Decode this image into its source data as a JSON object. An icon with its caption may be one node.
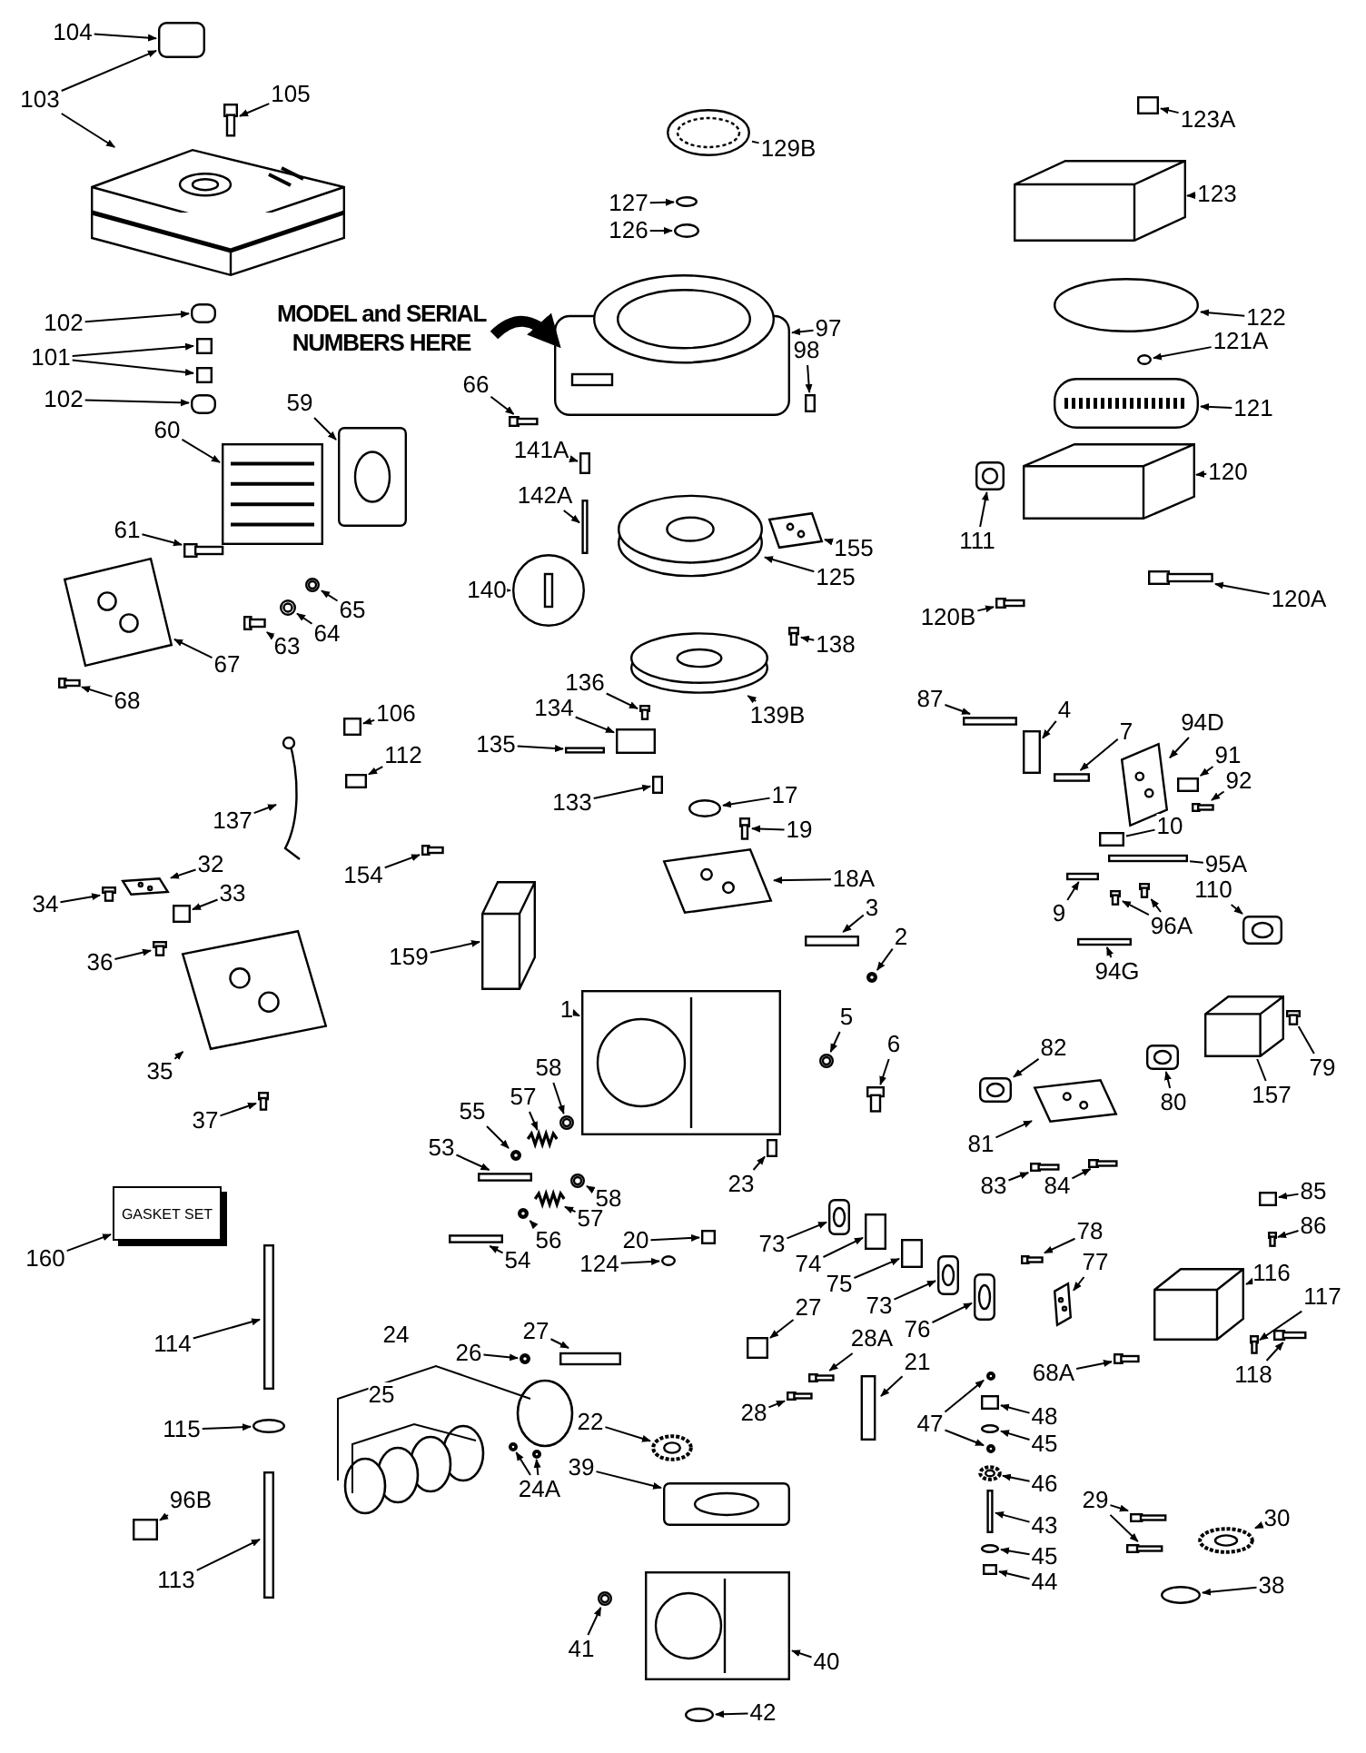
{
  "diagram": {
    "nodes": [
      {
        "text": [
          "104"
        ]
      },
      {
        "text": [
          "103"
        ]
      },
      {
        "text": [
          "105"
        ]
      },
      {
        "text": [
          "102"
        ]
      },
      {
        "text": [
          "101"
        ]
      },
      {
        "text": [
          "102"
        ]
      },
      {
        "text": [
          "60"
        ]
      },
      {
        "text": [
          "59"
        ]
      },
      {
        "text": [
          "61"
        ]
      },
      {
        "text": [
          "65"
        ]
      },
      {
        "text": [
          "64"
        ]
      },
      {
        "text": [
          "63"
        ]
      },
      {
        "text": [
          "67"
        ]
      },
      {
        "text": [
          "68"
        ]
      },
      {
        "text": [
          "MODEL and SERIAL NUMBERS HERE"
        ]
      },
      {
        "text": [
          "66"
        ]
      },
      {
        "text": [
          "141A"
        ]
      },
      {
        "text": [
          "142A"
        ]
      },
      {
        "text": [
          "140"
        ]
      },
      {
        "text": [
          "129B"
        ]
      },
      {
        "text": [
          "127"
        ]
      },
      {
        "text": [
          "126"
        ]
      },
      {
        "text": [
          "97"
        ]
      },
      {
        "text": [
          "98"
        ]
      },
      {
        "text": [
          "155"
        ]
      },
      {
        "text": [
          "125"
        ]
      },
      {
        "text": [
          "123A"
        ]
      },
      {
        "text": [
          "123"
        ]
      },
      {
        "text": [
          "122"
        ]
      },
      {
        "text": [
          "121A"
        ]
      },
      {
        "text": [
          "121"
        ]
      },
      {
        "text": [
          "120"
        ]
      },
      {
        "text": [
          "111"
        ]
      },
      {
        "text": [
          "120B"
        ]
      },
      {
        "text": [
          "120A"
        ]
      },
      {
        "text": [
          "138"
        ]
      },
      {
        "text": [
          "139B"
        ]
      },
      {
        "text": [
          "136"
        ]
      },
      {
        "text": [
          "134"
        ]
      },
      {
        "text": [
          "135"
        ]
      },
      {
        "text": [
          "133"
        ]
      },
      {
        "text": [
          "106"
        ]
      },
      {
        "text": [
          "112"
        ]
      },
      {
        "text": [
          "137"
        ]
      },
      {
        "text": [
          "17"
        ]
      },
      {
        "text": [
          "19"
        ]
      },
      {
        "text": [
          "18A"
        ]
      },
      {
        "text": [
          "3"
        ]
      },
      {
        "text": [
          "2"
        ]
      },
      {
        "text": [
          "154"
        ]
      },
      {
        "text": [
          "159"
        ]
      },
      {
        "text": [
          "32"
        ]
      },
      {
        "text": [
          "33"
        ]
      },
      {
        "text": [
          "34"
        ]
      },
      {
        "text": [
          "36"
        ]
      },
      {
        "text": [
          "35"
        ]
      },
      {
        "text": [
          "37"
        ]
      },
      {
        "text": [
          "87"
        ]
      },
      {
        "text": [
          "4"
        ]
      },
      {
        "text": [
          "7"
        ]
      },
      {
        "text": [
          "94D"
        ]
      },
      {
        "text": [
          "91"
        ]
      },
      {
        "text": [
          "92"
        ]
      },
      {
        "text": [
          "10"
        ]
      },
      {
        "text": [
          "95A"
        ]
      },
      {
        "text": [
          "9"
        ]
      },
      {
        "text": [
          "96A"
        ]
      },
      {
        "text": [
          "110"
        ]
      },
      {
        "text": [
          "94G"
        ]
      },
      {
        "text": [
          "5"
        ]
      },
      {
        "text": [
          "6"
        ]
      },
      {
        "text": [
          "82"
        ]
      },
      {
        "text": [
          "81"
        ]
      },
      {
        "text": [
          "79"
        ]
      },
      {
        "text": [
          "80"
        ]
      },
      {
        "text": [
          "157"
        ]
      },
      {
        "text": [
          "1"
        ]
      },
      {
        "text": [
          "53"
        ]
      },
      {
        "text": [
          "55"
        ]
      },
      {
        "text": [
          "57"
        ]
      },
      {
        "text": [
          "58"
        ]
      },
      {
        "text": [
          "58"
        ]
      },
      {
        "text": [
          "57"
        ]
      },
      {
        "text": [
          "56"
        ]
      },
      {
        "text": [
          "54"
        ]
      },
      {
        "text": [
          "23"
        ]
      },
      {
        "text": [
          "83"
        ]
      },
      {
        "text": [
          "84"
        ]
      },
      {
        "text": [
          "85"
        ]
      },
      {
        "text": [
          "86"
        ]
      },
      {
        "text": [
          "20"
        ]
      },
      {
        "text": [
          "124"
        ]
      },
      {
        "text": [
          "73"
        ]
      },
      {
        "text": [
          "74"
        ]
      },
      {
        "text": [
          "75"
        ]
      },
      {
        "text": [
          "73"
        ]
      },
      {
        "text": [
          "76"
        ]
      },
      {
        "text": [
          "78"
        ]
      },
      {
        "text": [
          "77"
        ]
      },
      {
        "text": [
          "116"
        ]
      },
      {
        "text": [
          "117"
        ]
      },
      {
        "text": [
          "118"
        ]
      },
      {
        "text": [
          "68A"
        ]
      },
      {
        "text": [
          "27"
        ]
      },
      {
        "text": [
          "26"
        ]
      },
      {
        "text": [
          "24A"
        ]
      },
      {
        "text": [
          "27"
        ]
      },
      {
        "text": [
          "28A"
        ]
      },
      {
        "text": [
          "28"
        ]
      },
      {
        "text": [
          "21"
        ]
      },
      {
        "text": [
          "47"
        ]
      },
      {
        "text": [
          "48"
        ]
      },
      {
        "text": [
          "45"
        ]
      },
      {
        "text": [
          "46"
        ]
      },
      {
        "text": [
          "43"
        ]
      },
      {
        "text": [
          "45"
        ]
      },
      {
        "text": [
          "44"
        ]
      },
      {
        "text": [
          "29"
        ]
      },
      {
        "text": [
          "30"
        ]
      },
      {
        "text": [
          "38"
        ]
      },
      {
        "text": [
          "22"
        ]
      },
      {
        "text": [
          "39"
        ]
      },
      {
        "text": [
          "41"
        ]
      },
      {
        "text": [
          "40"
        ]
      },
      {
        "text": [
          "42"
        ]
      },
      {
        "text": [
          "GASKET SET"
        ]
      },
      {
        "text": [
          "160"
        ]
      },
      {
        "text": [
          "114"
        ]
      },
      {
        "text": [
          "115"
        ]
      },
      {
        "text": [
          "96B"
        ]
      },
      {
        "text": [
          "113"
        ]
      },
      {
        "text": [],
        "shape": "box"
      },
      {
        "text": [],
        "shape": "picture"
      },
      {
        "text": [],
        "shape": "picture"
      },
      {
        "text": [],
        "shape": "box"
      },
      {
        "text": [],
        "shape": "box"
      },
      {
        "text": [],
        "shape": "box"
      },
      {
        "text": [],
        "shape": "box"
      },
      {
        "text": [],
        "shape": "picture"
      },
      {
        "text": [],
        "shape": "picture"
      },
      {
        "text": [],
        "shape": "picture"
      },
      {
        "text": [],
        "shape": "picture"
      },
      {
        "text": [],
        "shape": "picture"
      },
      {
        "text": [],
        "shape": "picture"
      },
      {
        "text": [],
        "shape": "picture"
      },
      {
        "text": [],
        "shape": "picture"
      },
      {
        "text": [],
        "shape": "picture"
      },
      {
        "text": [],
        "shape": "picture"
      },
      {
        "text": [],
        "shape": "box"
      },
      {
        "text": [],
        "shape": "box"
      },
      {
        "text": [],
        "shape": "picture"
      },
      {
        "text": [],
        "shape": "picture"
      },
      {
        "text": [],
        "shape": "circle"
      },
      {
        "text": [],
        "shape": "circle"
      },
      {
        "text": [],
        "shape": "box"
      },
      {
        "text": [],
        "shape": "picture"
      },
      {
        "text": [],
        "shape": "picture"
      },
      {
        "text": [],
        "shape": "box"
      },
      {
        "text": [],
        "shape": "picture"
      },
      {
        "text": [],
        "shape": "circle"
      },
      {
        "text": [],
        "shape": "circle"
      },
      {
        "text": [],
        "shape": "picture"
      },
      {
        "text": [],
        "shape": "picture"
      },
      {
        "text": [],
        "shape": "picture"
      },
      {
        "text": [],
        "shape": "picture"
      },
      {
        "text": [],
        "shape": "picture"
      },
      {
        "text": [],
        "shape": "picture"
      },
      {
        "text": [],
        "shape": "picture"
      },
      {
        "text": [],
        "shape": "picture"
      },
      {
        "text": [],
        "shape": "box"
      },
      {
        "text": [],
        "shape": "box"
      },
      {
        "text": [],
        "shape": "box"
      },
      {
        "text": [],
        "shape": "box"
      },
      {
        "text": [],
        "shape": "box"
      },
      {
        "text": [],
        "shape": "picture"
      },
      {
        "text": [],
        "shape": "circle"
      },
      {
        "text": [],
        "shape": "picture"
      },
      {
        "text": [],
        "shape": "picture"
      },
      {
        "text": [],
        "shape": "box"
      },
      {
        "text": [],
        "shape": "picture"
      },
      {
        "text": [],
        "shape": "picture"
      },
      {
        "text": [],
        "shape": "picture"
      },
      {
        "text": [],
        "shape": "picture"
      },
      {
        "text": [],
        "shape": "box"
      },
      {
        "text": [],
        "shape": "picture"
      },
      {
        "text": [],
        "shape": "picture"
      },
      {
        "text": [],
        "shape": "picture"
      },
      {
        "text": [],
        "shape": "picture"
      },
      {
        "text": [],
        "shape": "box"
      },
      {
        "text": [],
        "shape": "box"
      },
      {
        "text": [],
        "shape": "box"
      },
      {
        "text": [],
        "shape": "picture"
      },
      {
        "text": [],
        "shape": "box"
      },
      {
        "text": [],
        "shape": "box"
      },
      {
        "text": [],
        "shape": "picture"
      },
      {
        "text": [],
        "shape": "box"
      },
      {
        "text": [],
        "shape": "box"
      },
      {
        "text": [],
        "shape": "picture"
      },
      {
        "text": [],
        "shape": "picture"
      },
      {
        "text": [],
        "shape": "picture"
      },
      {
        "text": [],
        "shape": "box"
      },
      {
        "text": [],
        "shape": "picture"
      },
      {
        "text": [],
        "shape": "picture"
      },
      {
        "text": [],
        "shape": "picture"
      },
      {
        "text": [],
        "shape": "picture"
      },
      {
        "text": [],
        "shape": "picture"
      },
      {
        "text": [],
        "shape": "picture"
      },
      {
        "text": [],
        "shape": "picture"
      },
      {
        "text": [],
        "shape": "picture"
      },
      {
        "text": [],
        "shape": "box"
      },
      {
        "text": [],
        "shape": "box"
      },
      {
        "text": [],
        "shape": "picture"
      },
      {
        "text": [],
        "shape": "picture"
      },
      {
        "text": [],
        "shape": "picture"
      },
      {
        "text": [],
        "shape": "picture"
      },
      {
        "text": [],
        "shape": "picture"
      },
      {
        "text": [],
        "shape": "picture"
      },
      {
        "text": [],
        "shape": "box"
      },
      {
        "text": [],
        "shape": "picture"
      },
      {
        "text": [],
        "shape": "picture"
      },
      {
        "text": [],
        "shape": "box"
      },
      {
        "text": [],
        "shape": "picture"
      },
      {
        "text": [],
        "shape": "box"
      },
      {
        "text": [],
        "shape": "circle"
      },
      {
        "text": [],
        "shape": "picture"
      },
      {
        "text": [],
        "shape": "box"
      },
      {
        "text": [],
        "shape": "box"
      },
      {
        "text": [],
        "shape": "picture"
      },
      {
        "text": [],
        "shape": "picture"
      },
      {
        "text": [],
        "shape": "picture"
      },
      {
        "text": [],
        "shape": "picture"
      },
      {
        "text": [],
        "shape": "picture"
      },
      {
        "text": [],
        "shape": "picture"
      },
      {
        "text": [],
        "shape": "picture"
      },
      {
        "text": [],
        "shape": "picture"
      },
      {
        "text": [],
        "shape": "box"
      },
      {
        "text": [],
        "shape": "picture"
      },
      {
        "text": [],
        "shape": "picture"
      },
      {
        "text": [],
        "shape": "picture"
      },
      {
        "text": [],
        "shape": "box"
      },
      {
        "text": [],
        "shape": "picture"
      },
      {
        "text": [],
        "shape": "picture"
      },
      {
        "text": [],
        "shape": "box"
      },
      {
        "text": [],
        "shape": "picture"
      },
      {
        "text": [],
        "shape": "box"
      },
      {
        "text": [],
        "shape": "circle"
      },
      {
        "text": [],
        "shape": "picture"
      },
      {
        "text": [],
        "shape": "picture"
      },
      {
        "text": [],
        "shape": "box"
      },
      {
        "text": [],
        "shape": "circle"
      },
      {
        "text": [],
        "shape": "box"
      },
      {
        "text": [],
        "shape": "picture"
      },
      {
        "text": [],
        "shape": "picture"
      },
      {
        "text": [],
        "shape": "picture"
      },
      {
        "text": [],
        "shape": "circle"
      },
      {
        "text": [],
        "shape": "picture"
      },
      {
        "text": [],
        "shape": "picture"
      },
      {
        "text": [],
        "shape": "picture"
      },
      {
        "text": [],
        "shape": "picture"
      },
      {
        "text": [],
        "shape": "circle"
      },
      {
        "text": [],
        "shape": "box"
      },
      {
        "text": [],
        "shape": "circle"
      },
      {
        "text": [],
        "shape": "box"
      },
      {
        "text": [],
        "shape": "box"
      },
      {
        "text": [
          "24"
        ]
      },
      {
        "text": [
          "25"
        ]
      }
    ],
    "edges": [
      {
        "from": 0,
        "to": 131,
        "arrow": "to"
      },
      {
        "from": 1,
        "to": 131,
        "arrow": "to"
      },
      {
        "from": 1,
        "to": 132,
        "arrow": "to"
      },
      {
        "from": 2,
        "to": 133,
        "arrow": "to"
      },
      {
        "from": 3,
        "to": 134,
        "arrow": "to"
      },
      {
        "from": 4,
        "to": 135,
        "arrow": "to"
      },
      {
        "from": 4,
        "to": 136,
        "arrow": "to"
      },
      {
        "from": 5,
        "to": 137,
        "arrow": "to"
      },
      {
        "from": 6,
        "to": 138,
        "arrow": "to"
      },
      {
        "from": 7,
        "to": 139,
        "arrow": "to"
      },
      {
        "from": 8,
        "to": 140,
        "arrow": "to"
      },
      {
        "from": 9,
        "to": 141,
        "arrow": "to"
      },
      {
        "from": 10,
        "to": 142,
        "arrow": "to"
      },
      {
        "from": 11,
        "to": 143,
        "arrow": "to"
      },
      {
        "from": 12,
        "to": 144,
        "arrow": "to"
      },
      {
        "from": 13,
        "to": 145,
        "arrow": "to"
      },
      {
        "from": 14,
        "to": 146,
        "arrow": "to",
        "style": "thick"
      },
      {
        "from": 15,
        "to": 147,
        "arrow": "to"
      },
      {
        "from": 16,
        "to": 148,
        "arrow": "to"
      },
      {
        "from": 17,
        "to": 149,
        "arrow": "to"
      },
      {
        "from": 18,
        "to": 150,
        "arrow": "to"
      },
      {
        "from": 19,
        "to": 151,
        "arrow": "none"
      },
      {
        "from": 20,
        "to": 152,
        "arrow": "to"
      },
      {
        "from": 21,
        "to": 153,
        "arrow": "to"
      },
      {
        "from": 22,
        "to": 146,
        "arrow": "to"
      },
      {
        "from": 23,
        "to": 154,
        "arrow": "to"
      },
      {
        "from": 24,
        "to": 155,
        "arrow": "to"
      },
      {
        "from": 25,
        "to": 156,
        "arrow": "to"
      },
      {
        "from": 26,
        "to": 157,
        "arrow": "to"
      },
      {
        "from": 27,
        "to": 158,
        "arrow": "to"
      },
      {
        "from": 28,
        "to": 159,
        "arrow": "to"
      },
      {
        "from": 29,
        "to": 160,
        "arrow": "to"
      },
      {
        "from": 30,
        "to": 161,
        "arrow": "to"
      },
      {
        "from": 31,
        "to": 162,
        "arrow": "to"
      },
      {
        "from": 32,
        "to": 163,
        "arrow": "to"
      },
      {
        "from": 33,
        "to": 164,
        "arrow": "to"
      },
      {
        "from": 34,
        "to": 165,
        "arrow": "to"
      },
      {
        "from": 35,
        "to": 166,
        "arrow": "to"
      },
      {
        "from": 36,
        "to": 167,
        "arrow": "to"
      },
      {
        "from": 37,
        "to": 168,
        "arrow": "to"
      },
      {
        "from": 38,
        "to": 169,
        "arrow": "to"
      },
      {
        "from": 39,
        "to": 170,
        "arrow": "to"
      },
      {
        "from": 40,
        "to": 171,
        "arrow": "to"
      },
      {
        "from": 41,
        "to": 172,
        "arrow": "to"
      },
      {
        "from": 42,
        "to": 173,
        "arrow": "to"
      },
      {
        "from": 43,
        "to": 174,
        "arrow": "to"
      },
      {
        "from": 44,
        "to": 175,
        "arrow": "to"
      },
      {
        "from": 45,
        "to": 176,
        "arrow": "to"
      },
      {
        "from": 46,
        "to": 177,
        "arrow": "to"
      },
      {
        "from": 47,
        "to": 178,
        "arrow": "to"
      },
      {
        "from": 48,
        "to": 179,
        "arrow": "to"
      },
      {
        "from": 49,
        "to": 180,
        "arrow": "to"
      },
      {
        "from": 50,
        "to": 181,
        "arrow": "to"
      },
      {
        "from": 51,
        "to": 182,
        "arrow": "to"
      },
      {
        "from": 52,
        "to": 183,
        "arrow": "to"
      },
      {
        "from": 53,
        "to": 184,
        "arrow": "to"
      },
      {
        "from": 54,
        "to": 185,
        "arrow": "to"
      },
      {
        "from": 55,
        "to": 186,
        "arrow": "to"
      },
      {
        "from": 56,
        "to": 187,
        "arrow": "to"
      },
      {
        "from": 57,
        "to": 188,
        "arrow": "to"
      },
      {
        "from": 58,
        "to": 189,
        "arrow": "to"
      },
      {
        "from": 59,
        "to": 190,
        "arrow": "to"
      },
      {
        "from": 60,
        "to": 191,
        "arrow": "to"
      },
      {
        "from": 61,
        "to": 193,
        "arrow": "to"
      },
      {
        "from": 62,
        "to": 194,
        "arrow": "to"
      },
      {
        "from": 63,
        "to": 192,
        "arrow": "none"
      },
      {
        "from": 64,
        "to": 195,
        "arrow": "none"
      },
      {
        "from": 65,
        "to": 196,
        "arrow": "to"
      },
      {
        "from": 66,
        "to": 197,
        "arrow": "to"
      },
      {
        "from": 66,
        "to": 198,
        "arrow": "to"
      },
      {
        "from": 67,
        "to": 199,
        "arrow": "to"
      },
      {
        "from": 68,
        "to": 200,
        "arrow": "to"
      },
      {
        "from": 69,
        "to": 201,
        "arrow": "to"
      },
      {
        "from": 70,
        "to": 202,
        "arrow": "to"
      },
      {
        "from": 71,
        "to": 203,
        "arrow": "to"
      },
      {
        "from": 72,
        "to": 204,
        "arrow": "to"
      },
      {
        "from": 73,
        "to": 205,
        "arrow": "none"
      },
      {
        "from": 74,
        "to": 206,
        "arrow": "to"
      },
      {
        "from": 75,
        "to": 207,
        "arrow": "none"
      },
      {
        "from": 76,
        "to": 208,
        "arrow": "to"
      },
      {
        "from": 77,
        "to": 210,
        "arrow": "to"
      },
      {
        "from": 78,
        "to": 211,
        "arrow": "to"
      },
      {
        "from": 79,
        "to": 212,
        "arrow": "to"
      },
      {
        "from": 80,
        "to": 213,
        "arrow": "to"
      },
      {
        "from": 81,
        "to": 214,
        "arrow": "to"
      },
      {
        "from": 82,
        "to": 215,
        "arrow": "to"
      },
      {
        "from": 83,
        "to": 216,
        "arrow": "to"
      },
      {
        "from": 84,
        "to": 217,
        "arrow": "to"
      },
      {
        "from": 85,
        "to": 209,
        "arrow": "to"
      },
      {
        "from": 86,
        "to": 218,
        "arrow": "to"
      },
      {
        "from": 87,
        "to": 219,
        "arrow": "to"
      },
      {
        "from": 88,
        "to": 220,
        "arrow": "to"
      },
      {
        "from": 89,
        "to": 221,
        "arrow": "to"
      },
      {
        "from": 90,
        "to": 222,
        "arrow": "to"
      },
      {
        "from": 91,
        "to": 223,
        "arrow": "to"
      },
      {
        "from": 92,
        "to": 224,
        "arrow": "to"
      },
      {
        "from": 93,
        "to": 225,
        "arrow": "to"
      },
      {
        "from": 94,
        "to": 226,
        "arrow": "to"
      },
      {
        "from": 95,
        "to": 227,
        "arrow": "to"
      },
      {
        "from": 96,
        "to": 228,
        "arrow": "to"
      },
      {
        "from": 97,
        "to": 229,
        "arrow": "to"
      },
      {
        "from": 98,
        "to": 230,
        "arrow": "to"
      },
      {
        "from": 99,
        "to": 231,
        "arrow": "to"
      },
      {
        "from": 100,
        "to": 232,
        "arrow": "to"
      },
      {
        "from": 101,
        "to": 233,
        "arrow": "to"
      },
      {
        "from": 102,
        "to": 234,
        "arrow": "to"
      },
      {
        "from": 103,
        "to": 235,
        "arrow": "to"
      },
      {
        "from": 104,
        "to": 236,
        "arrow": "to"
      },
      {
        "from": 105,
        "to": 237,
        "arrow": "to"
      },
      {
        "from": 105,
        "to": 238,
        "arrow": "to"
      },
      {
        "from": 106,
        "to": 239,
        "arrow": "to"
      },
      {
        "from": 107,
        "to": 240,
        "arrow": "to"
      },
      {
        "from": 108,
        "to": 241,
        "arrow": "to"
      },
      {
        "from": 109,
        "to": 242,
        "arrow": "to"
      },
      {
        "from": 110,
        "to": 243,
        "arrow": "to"
      },
      {
        "from": 110,
        "to": 246,
        "arrow": "to"
      },
      {
        "from": 111,
        "to": 244,
        "arrow": "to"
      },
      {
        "from": 112,
        "to": 245,
        "arrow": "to"
      },
      {
        "from": 113,
        "to": 247,
        "arrow": "to"
      },
      {
        "from": 114,
        "to": 248,
        "arrow": "to"
      },
      {
        "from": 115,
        "to": 249,
        "arrow": "to"
      },
      {
        "from": 116,
        "to": 250,
        "arrow": "to"
      },
      {
        "from": 117,
        "to": 251,
        "arrow": "to"
      },
      {
        "from": 117,
        "to": 252,
        "arrow": "to"
      },
      {
        "from": 118,
        "to": 253,
        "arrow": "to"
      },
      {
        "from": 119,
        "to": 254,
        "arrow": "to"
      },
      {
        "from": 120,
        "to": 255,
        "arrow": "to"
      },
      {
        "from": 121,
        "to": 256,
        "arrow": "to"
      },
      {
        "from": 122,
        "to": 257,
        "arrow": "to"
      },
      {
        "from": 123,
        "to": 258,
        "arrow": "to"
      },
      {
        "from": 124,
        "to": 259,
        "arrow": "to"
      },
      {
        "from": 126,
        "to": 125,
        "arrow": "to"
      },
      {
        "from": 127,
        "to": 260,
        "arrow": "to"
      },
      {
        "from": 128,
        "to": 261,
        "arrow": "to"
      },
      {
        "from": 129,
        "to": 262,
        "arrow": "to"
      },
      {
        "from": 130,
        "to": 263,
        "arrow": "to"
      }
    ]
  }
}
